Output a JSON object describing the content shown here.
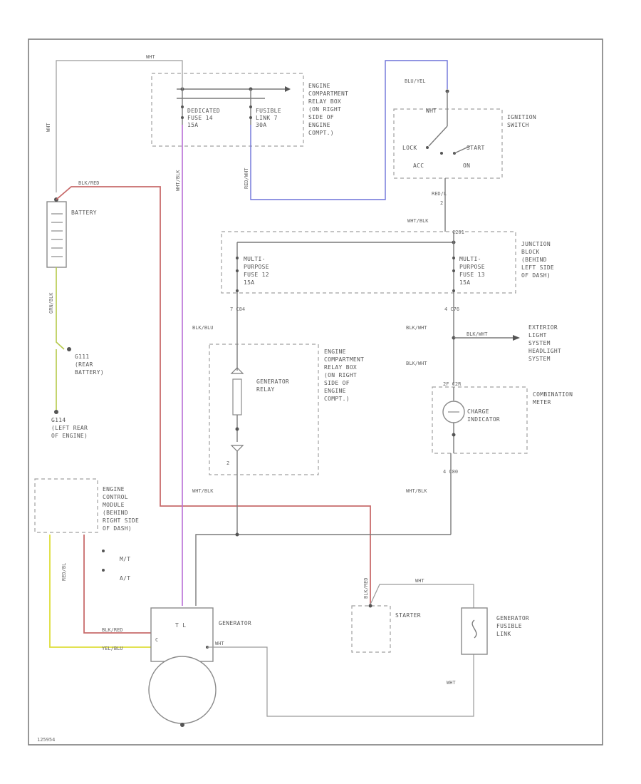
{
  "colors": {
    "red": "#c86b6b",
    "pink": "#b86ed6",
    "blue": "#6d72d8",
    "yellow": "#dede3a",
    "green": "#b5c94a",
    "gray": "#9a9a9a"
  },
  "components": {
    "relay_box_top": [
      "ENGINE",
      "COMPARTMENT",
      "RELAY BOX",
      "(ON RIGHT",
      "SIDE OF",
      "ENGINE",
      "COMPT.)"
    ],
    "dedicated_fuse": [
      "DEDICATED",
      "FUSE 14",
      "15A"
    ],
    "fusible_link": [
      "FUSIBLE",
      "LINK 7",
      "30A"
    ],
    "ignition_switch": [
      "IGNITION",
      "SWITCH"
    ],
    "ign_pos": {
      "lock": "LOCK",
      "acc": "ACC",
      "on": "ON",
      "start": "START",
      "wht": "WHT",
      "blu_yel": "BLU/YEL"
    },
    "battery": "BATTERY",
    "junction_block": [
      "JUNCTION",
      "BLOCK",
      "(BEHIND",
      "LEFT SIDE",
      "OF DASH)"
    ],
    "fuse12": [
      "MULTI-",
      "PURPOSE",
      "FUSE 12",
      "15A"
    ],
    "fuse13": [
      "MULTI-",
      "PURPOSE",
      "FUSE 13",
      "15A"
    ],
    "ground_g111": [
      "G111",
      "(REAR",
      "BATTERY)"
    ],
    "ground_g114": [
      "G114",
      "(LEFT REAR",
      "OF ENGINE)"
    ],
    "relay_box_mid": [
      "ENGINE",
      "COMPARTMENT",
      "RELAY BOX",
      "(ON RIGHT",
      "SIDE OF",
      "ENGINE",
      "COMPT.)"
    ],
    "generator_relay": [
      "GENERATOR",
      "RELAY"
    ],
    "exterior_light": [
      "EXTERIOR",
      "LIGHT",
      "SYSTEM",
      "HEADLIGHT",
      "SYSTEM"
    ],
    "combo_meter": [
      "COMBINATION",
      "METER"
    ],
    "charge_indicator": [
      "CHARGE",
      "INDICATOR"
    ],
    "ecm": [
      "ENGINE",
      "CONTROL",
      "MODULE",
      "(BEHIND",
      "RIGHT SIDE",
      "OF DASH)"
    ],
    "mt": "M/T",
    "at": "A/T",
    "generator": "GENERATOR",
    "gen_terminals": "T  L",
    "starter": "STARTER",
    "gen_fusible_link": [
      "GENERATOR",
      "FUSIBLE",
      "LINK"
    ]
  },
  "wire_labels": {
    "wht_top": "WHT",
    "wht_left": "WHT",
    "blk_red_top": "BLK/RED",
    "blk_red_bottom": "BLK/RED",
    "red_bl": "RED/BL",
    "grn_blk": "GRN/BLK",
    "red_wht": "RED/WHT",
    "wht_blk_ign": "WHT/BLK",
    "blk_blu": "BLK/BLU",
    "blk_wht_1": "BLK/WHT",
    "blk_wht_2": "BLK/WHT",
    "blk_wht_ext": "BLK/WHT",
    "wht_blk_left": "WHT/BLK",
    "wht_blk_right": "WHT/BLK",
    "yel_blu": "YEL/BLU",
    "wht_gen": "WHT",
    "wht_starter": "WHT",
    "wht_bottom": "WHT",
    "ign_red_label": "RED/L"
  },
  "connectors": {
    "c201": "C201",
    "c2": "2",
    "c4": "7   C84",
    "c176": "4   C76",
    "c2b": "2",
    "c128": "2F  C2R",
    "c4b": "4   C80",
    "gen_c": "C"
  },
  "footer": "125954"
}
